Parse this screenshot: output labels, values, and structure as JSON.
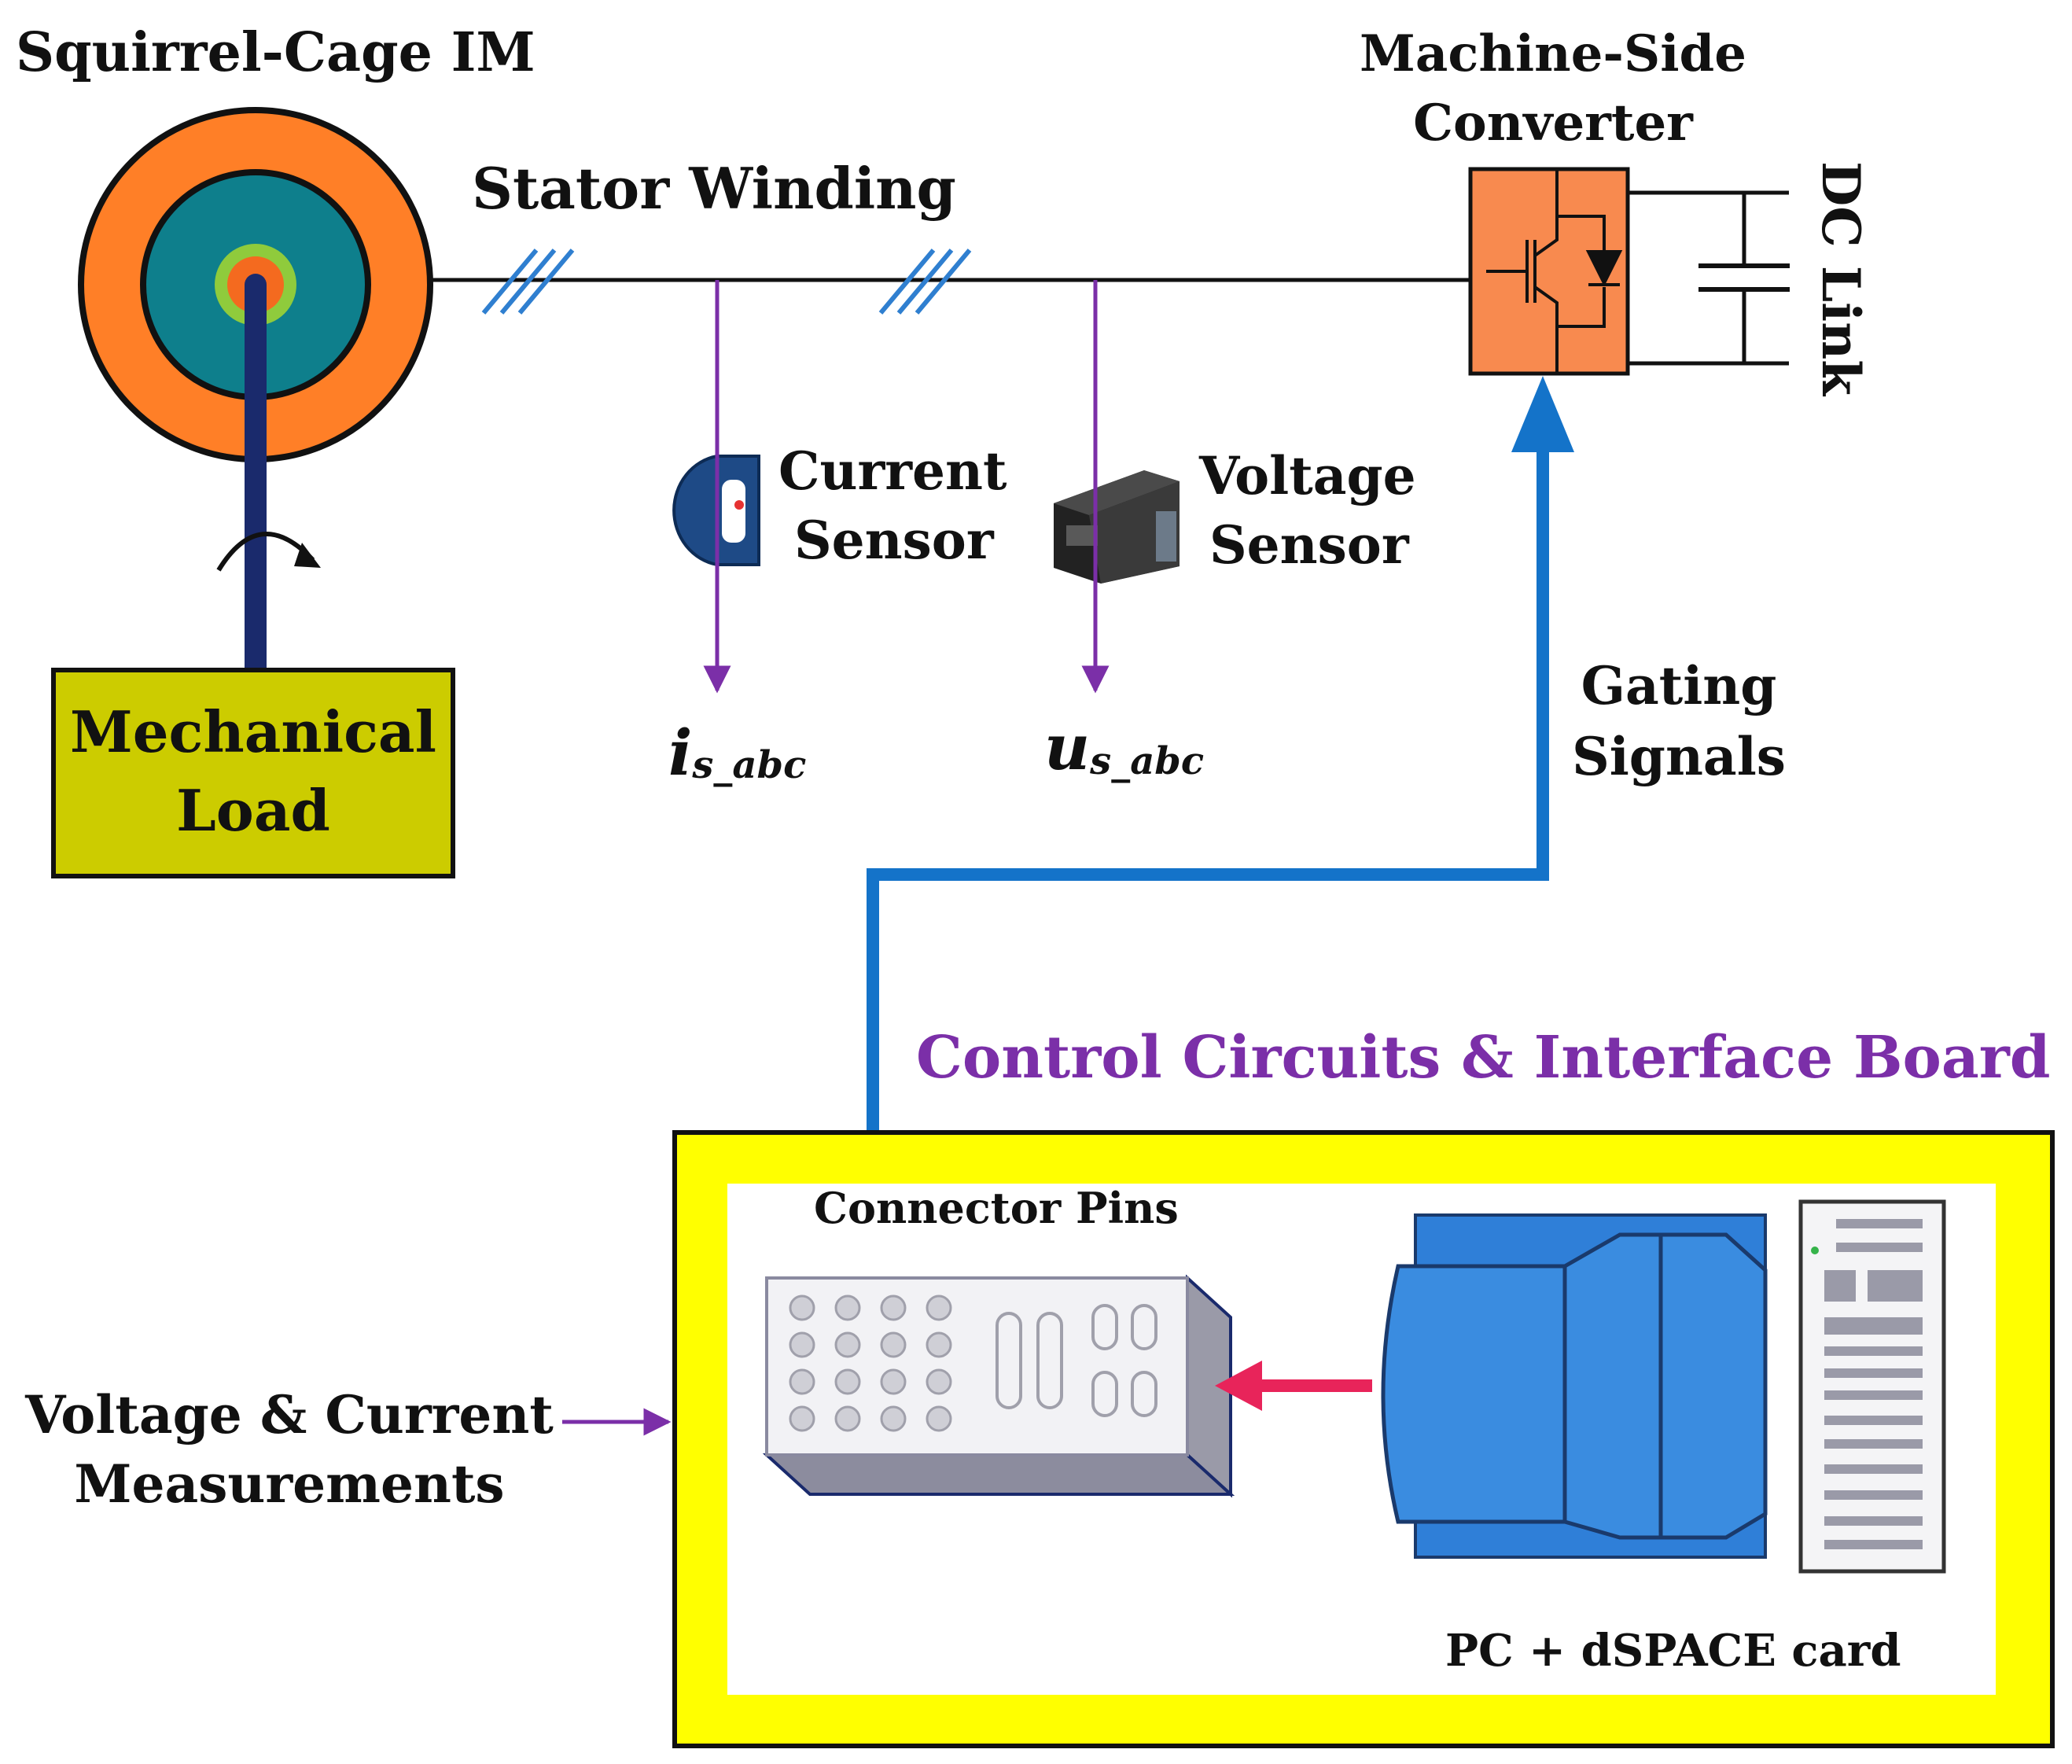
{
  "labels": {
    "motor_title": "Squirrel-Cage IM",
    "stator_winding": "Stator Winding",
    "converter_line1": "Machine-Side",
    "converter_line2": "Converter",
    "dc_link": "DC Link",
    "current_sensor_line1": "Current",
    "current_sensor_line2": "Sensor",
    "voltage_sensor_line1": "Voltage",
    "voltage_sensor_line2": "Sensor",
    "current_signal_main": "i",
    "current_signal_sub": "s_abc",
    "voltage_signal_main": "u",
    "voltage_signal_sub": "s_abc",
    "gating_line1": "Gating",
    "gating_line2": "Signals",
    "load_line1": "Mechanical",
    "load_line2": "Load",
    "control_board": "Control Circuits & Interface Board",
    "connector_pins": "Connector Pins",
    "pc_dspace": "PC + dSPACE card",
    "measurements_line1": "Voltage & Current",
    "measurements_line2": "Measurements"
  },
  "colors": {
    "motor_outer": "#FF7F27",
    "motor_inner": "#0E7F8C",
    "shaft": "#1A2A6C",
    "load_fill": "#CCCC00",
    "converter_fill": "#F88A4F",
    "signal_line": "#7B2FA8",
    "gating_line": "#1473C9",
    "phase_marks": "#2F7FD0",
    "board_border": "#FFFF00",
    "control_text": "#7B2FA8",
    "pc_blue": "#2F7FD8",
    "inner_arrow": "#E8245A"
  },
  "icons": {
    "current_sensor": "clamp-current-sensor-icon",
    "voltage_sensor": "voltage-transducer-icon",
    "rotation": "rotation-arrow-icon",
    "igbt": "igbt-switch-icon",
    "capacitor": "capacitor-icon",
    "pc": "computer-monitor-icon",
    "connector": "connector-panel-icon",
    "card": "dspace-card-icon"
  }
}
